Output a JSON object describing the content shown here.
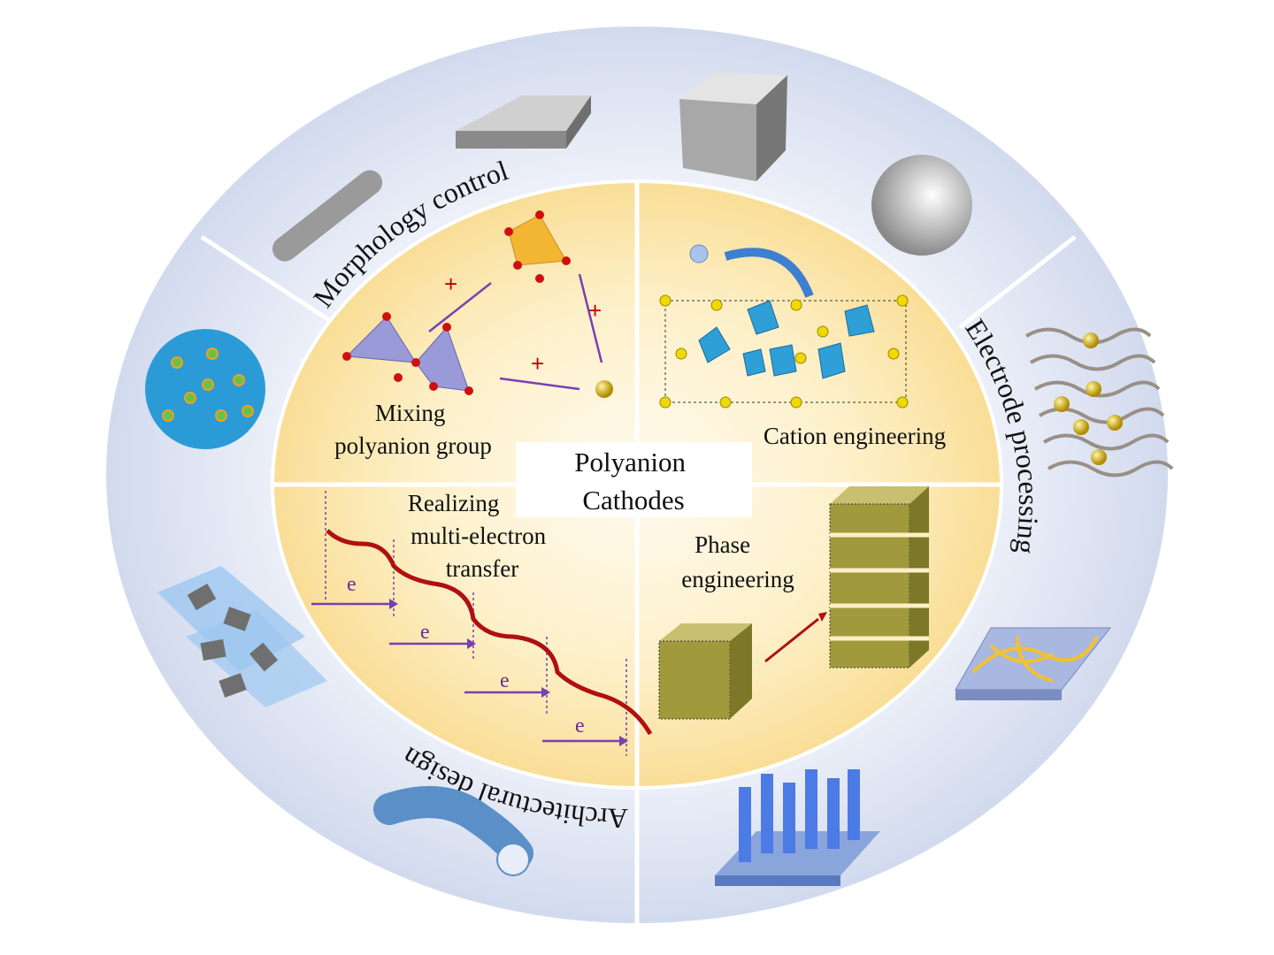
{
  "title": "Polyanion Cathodes",
  "center": {
    "line1": "Polyanion",
    "line2": "Cathodes"
  },
  "quadrants": {
    "mixing": {
      "line1": "Mixing",
      "line2": "polyanion group",
      "plus": "+"
    },
    "cation": {
      "label": "Cation engineering"
    },
    "multi_electron": {
      "line1": "Realizing",
      "line2": "multi-electron",
      "line3": "transfer",
      "electron": "e"
    },
    "phase": {
      "line1": "Phase",
      "line2": "engineering"
    }
  },
  "ring": {
    "morphology": "Morphology control",
    "electrode": "Electrode processing",
    "architectural": "Architectural design"
  },
  "colors": {
    "outer": "#d6def0",
    "inner": "#fbe3a4",
    "accent": "#6a2c91",
    "curve": "#b01010"
  }
}
